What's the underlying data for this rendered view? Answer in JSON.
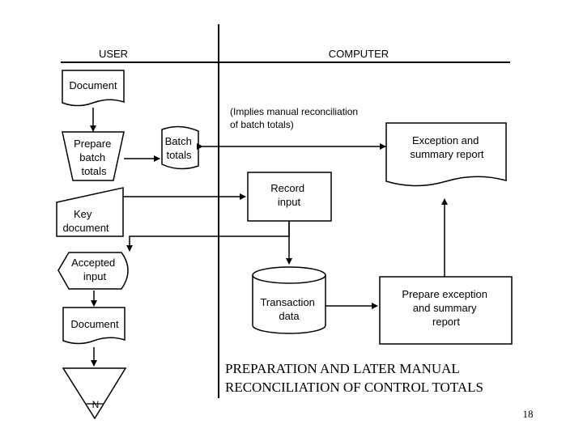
{
  "headers": {
    "user": "USER",
    "computer": "COMPUTER"
  },
  "nodes": {
    "document_top": "Document",
    "note": [
      "(Implies manual reconciliation",
      "of batch totals)"
    ],
    "prepare_batch_totals": [
      "Prepare",
      "batch",
      "totals"
    ],
    "batch_totals": [
      "Batch",
      "totals"
    ],
    "exception_report": [
      "Exception and",
      "summary report"
    ],
    "record_input": [
      "Record",
      "input"
    ],
    "key_document": [
      "Key",
      "document"
    ],
    "accepted_input": [
      "Accepted",
      "input"
    ],
    "transaction_data": [
      "Transaction",
      "data"
    ],
    "prepare_exception": [
      "Prepare exception",
      "and summary",
      "report"
    ],
    "document_bottom": "Document",
    "offline_storage": "N"
  },
  "title": [
    "PREPARATION AND LATER MANUAL",
    "RECONCILIATION OF CONTROL TOTALS"
  ],
  "page_number": "18"
}
